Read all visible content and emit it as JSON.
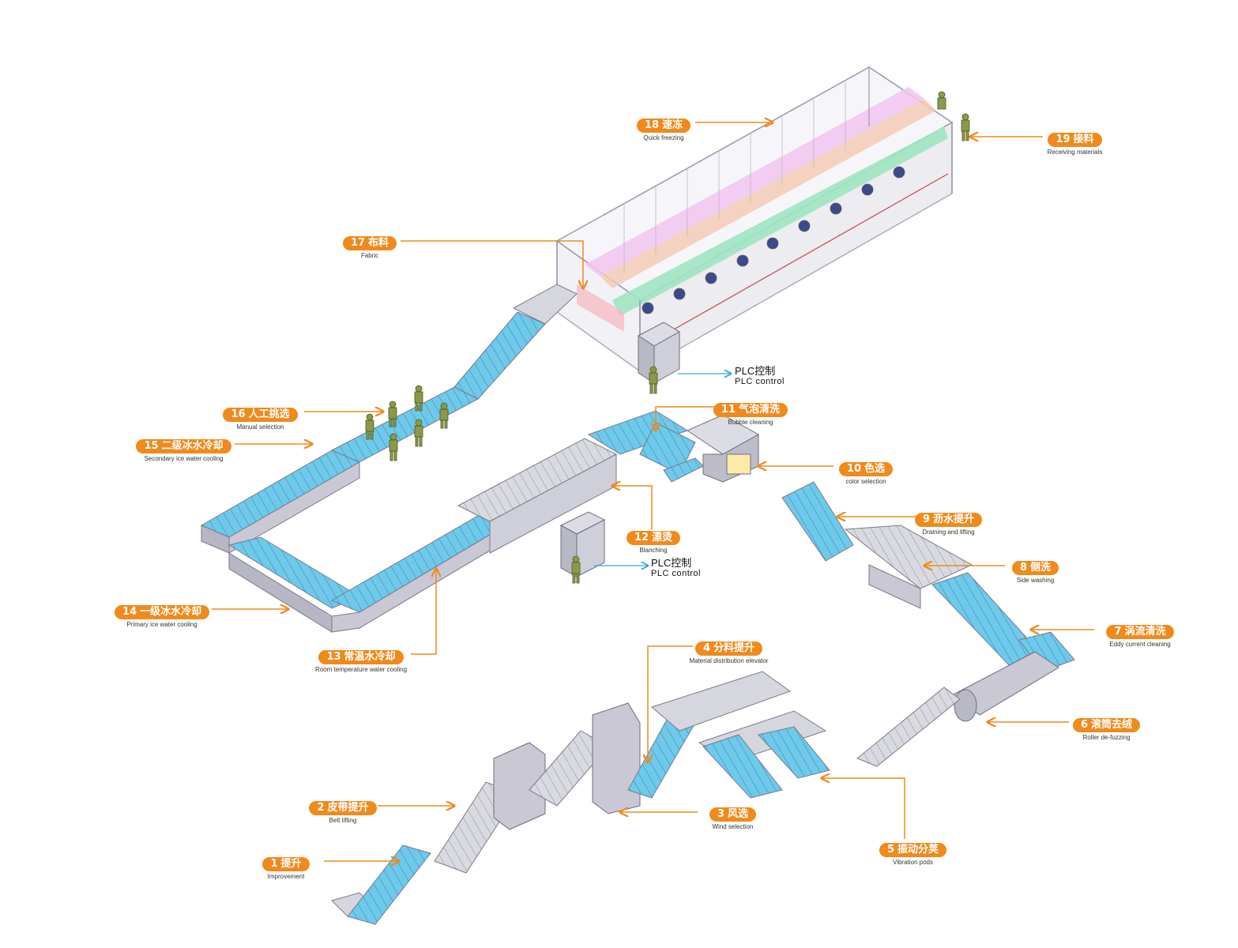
{
  "colors": {
    "accent": "#f08a1c",
    "belt": "#6ec9ea",
    "frame": "#9a98a8",
    "plc_arrow": "#3aa6d8"
  },
  "steps": [
    {
      "num": "1",
      "zh": "提升",
      "en": "Improvement"
    },
    {
      "num": "2",
      "zh": "皮带提升",
      "en": "Belt lifting"
    },
    {
      "num": "3",
      "zh": "风选",
      "en": "Wind selection"
    },
    {
      "num": "4",
      "zh": "分料提升",
      "en": "Material distribution elevator"
    },
    {
      "num": "5",
      "zh": "振动分荚",
      "en": "Vibration pods"
    },
    {
      "num": "6",
      "zh": "滚筒去绒",
      "en": "Roller de-fuzzing"
    },
    {
      "num": "7",
      "zh": "涡流清洗",
      "en": "Eddy current cleaning"
    },
    {
      "num": "8",
      "zh": "侧洗",
      "en": "Side washing"
    },
    {
      "num": "9",
      "zh": "沥水提升",
      "en": "Draining and lifting"
    },
    {
      "num": "10",
      "zh": "色选",
      "en": "color selection"
    },
    {
      "num": "11",
      "zh": "气泡清洗",
      "en": "Bubble cleaning"
    },
    {
      "num": "12",
      "zh": "漂烫",
      "en": "Blanching"
    },
    {
      "num": "13",
      "zh": "常温水冷却",
      "en": "Room temperature water cooling"
    },
    {
      "num": "14",
      "zh": "一级冰水冷却",
      "en": "Primary ice water cooling"
    },
    {
      "num": "15",
      "zh": "二级冰水冷却",
      "en": "Secondary ice water cooling"
    },
    {
      "num": "16",
      "zh": "人工挑选",
      "en": "Manual selection"
    },
    {
      "num": "17",
      "zh": "布料",
      "en": "Fabric"
    },
    {
      "num": "18",
      "zh": "速冻",
      "en": "Quick freezing"
    },
    {
      "num": "19",
      "zh": "接料",
      "en": "Receiving materials"
    }
  ],
  "plc": [
    {
      "zh": "PLC控制",
      "en": "PLC control"
    },
    {
      "zh": "PLC控制",
      "en": "PLC control"
    }
  ]
}
